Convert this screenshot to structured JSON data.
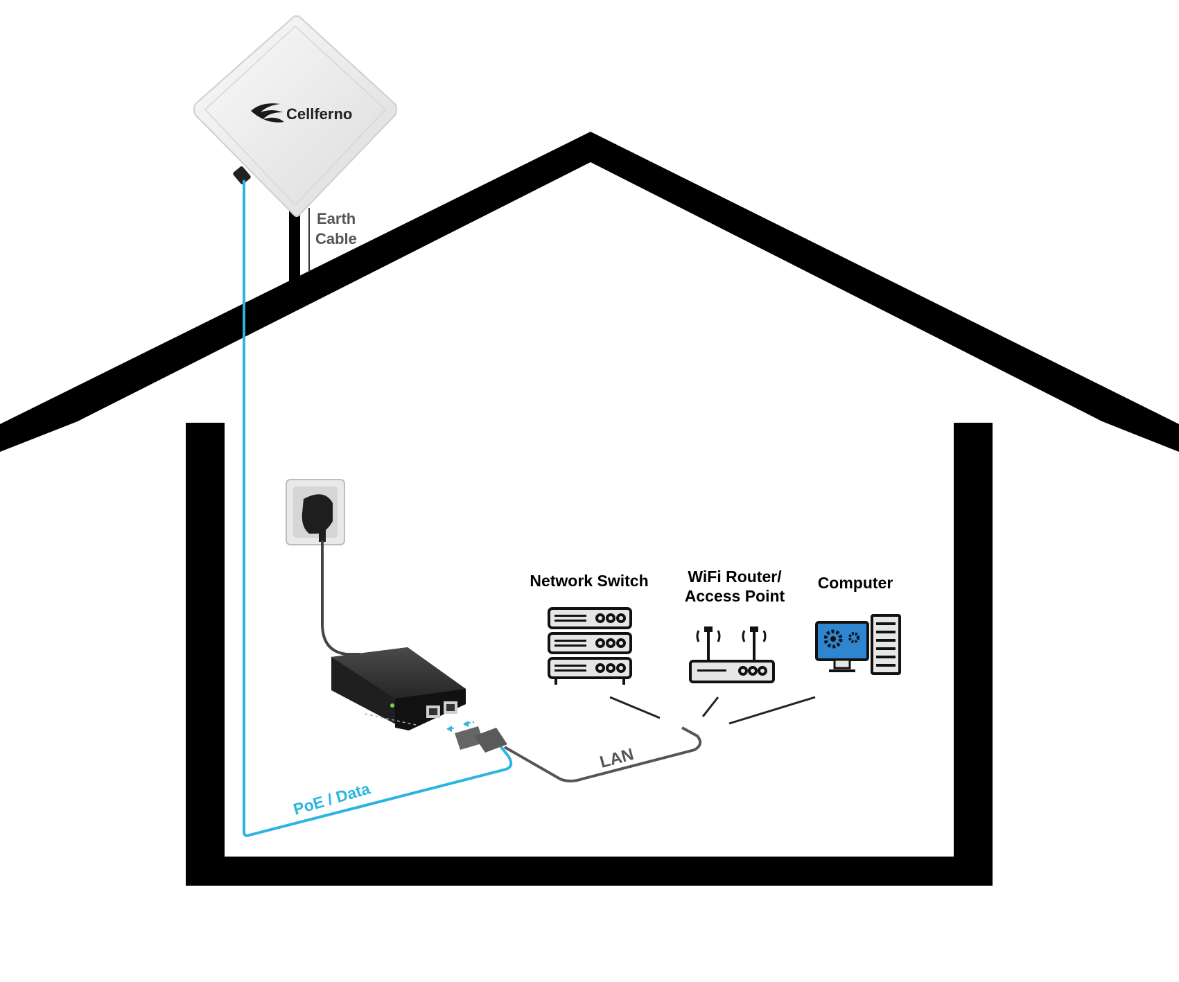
{
  "antenna": {
    "brand": "Cellferno"
  },
  "labels": {
    "earth_cable_line1": "Earth",
    "earth_cable_line2": "Cable",
    "network_switch": "Network Switch",
    "router_line1": "WiFi Router/",
    "router_line2": "Access Point",
    "computer": "Computer",
    "lan": "LAN",
    "poe_data": "PoE / Data"
  },
  "colors": {
    "poe_cable": "#2bb4e0",
    "house_outline": "#000000",
    "label_gray": "#555555",
    "lan_cable": "#555555",
    "monitor_screen": "#2e86d1"
  },
  "icons": {
    "antenna": "antenna-icon",
    "power_outlet": "power-outlet-icon",
    "poe_injector": "poe-injector-icon",
    "network_switch": "network-switch-icon",
    "router": "wifi-router-icon",
    "computer": "computer-icon"
  }
}
